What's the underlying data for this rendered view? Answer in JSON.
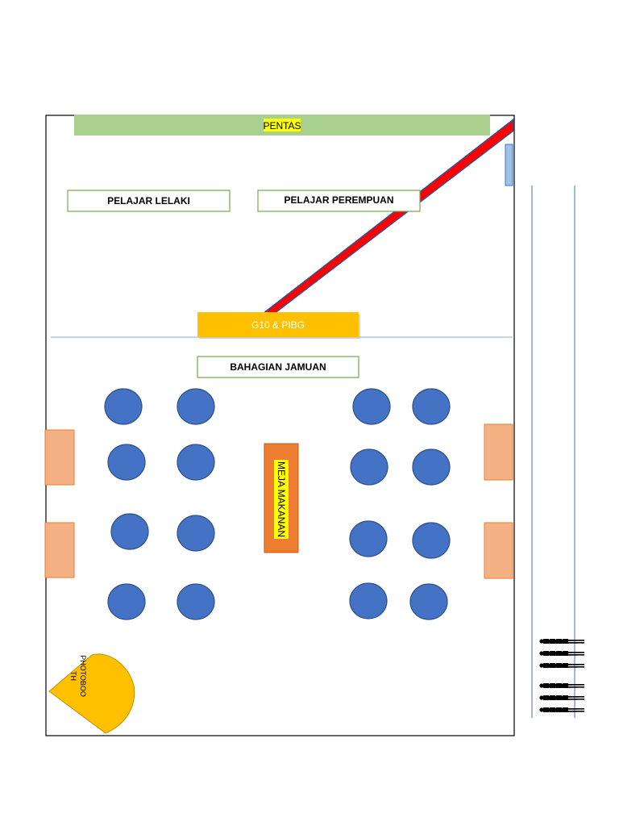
{
  "stage": {
    "label": "PENTAS"
  },
  "zones": {
    "boys": "PELAJAR LELAKI",
    "girls": "PELAJAR PEREMPUAN",
    "vip": "G10 & PIBG",
    "banquet": "BAHAGIAN JAMUAN"
  },
  "food_table": {
    "label": "MEJA MAKANAN"
  },
  "photobooth": {
    "line1": "PHOTOBOO",
    "line2": "TH"
  },
  "round_tables": {
    "count": 16
  },
  "side_panels": {
    "count": 4
  },
  "queue_figures": {
    "groups": 2,
    "rows_per_group": 3,
    "figures_per_row": 4
  },
  "colors": {
    "stage_fill": "#a9d08e",
    "text_highlight": "#ffff00",
    "zone_border": "#70ad47",
    "walkway_fill": "#ff0000",
    "walkway_border": "#2f5597",
    "vip_fill": "#ffc000",
    "round_table_fill": "#4472c4",
    "round_table_border": "#2f528f",
    "food_table_fill": "#ed7d31",
    "side_panel_fill": "#f4b183",
    "photobooth_fill": "#ffc000",
    "divider_line": "#8faadc",
    "figure_fill": "#000000"
  }
}
